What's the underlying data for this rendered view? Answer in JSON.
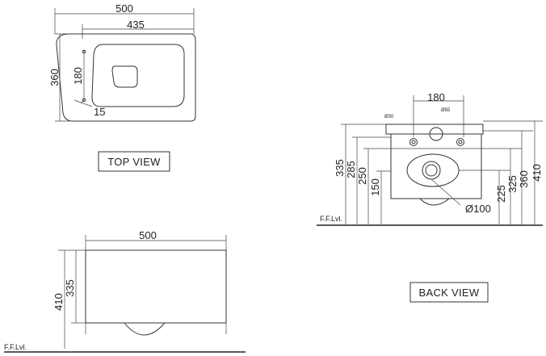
{
  "top_view": {
    "width_outer": "500",
    "width_inner": "435",
    "height": "360",
    "hole_spacing": "180",
    "offset": "15",
    "caption": "TOP VIEW"
  },
  "side_view": {
    "width": "500",
    "height_total": "410",
    "height_body": "335",
    "floor_label": "F.F.Lvl."
  },
  "back_view": {
    "hole_spacing": "180",
    "hole_dia_small": "Ø30",
    "hole_dia_center": "Ø55",
    "outlet_dia": "Ø100",
    "left_dims": [
      "335",
      "285",
      "250",
      "150"
    ],
    "right_dims": [
      "225",
      "325",
      "360",
      "410"
    ],
    "floor_label": "F.F.Lvl.",
    "caption": "BACK VIEW"
  }
}
